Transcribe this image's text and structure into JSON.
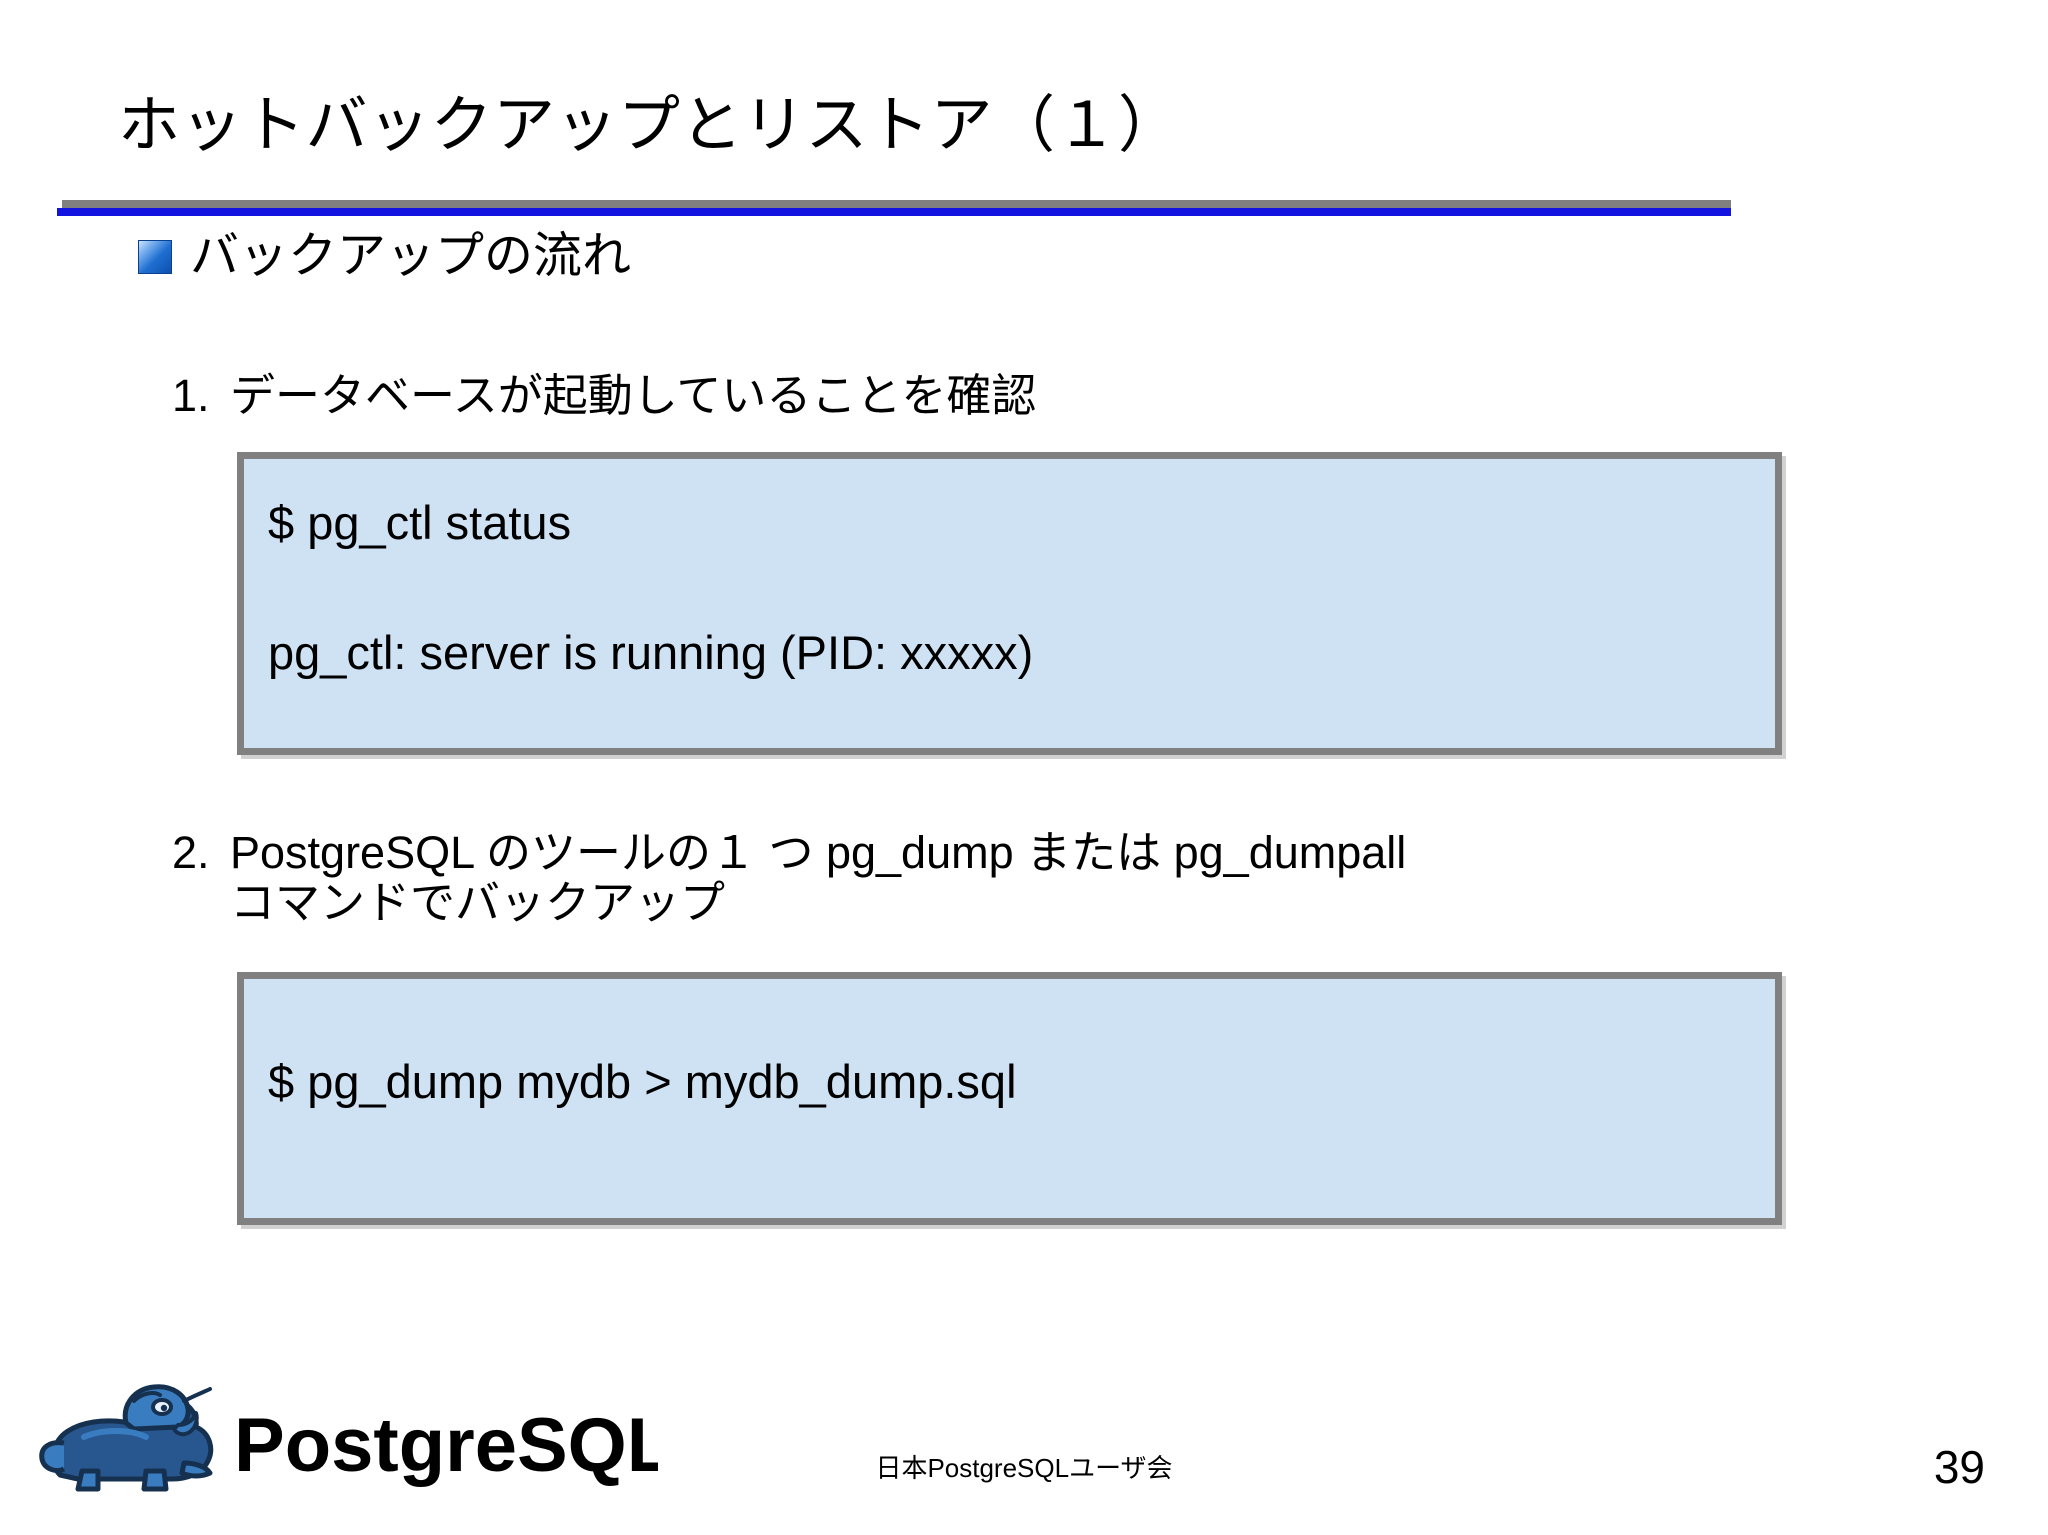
{
  "slide": {
    "title": "ホットバックアップとリストア（１）",
    "bullet": {
      "icon": "blue-gradient-square-bullet",
      "label": "バックアップの流れ"
    },
    "items": [
      {
        "number": "1.",
        "text": "データベースが起動していることを確認",
        "text_line2": ""
      },
      {
        "number": "2.",
        "text": "PostgreSQL のツールの１ つ pg_dump または pg_dumpall",
        "text_line2": "コマンドでバックアップ"
      }
    ],
    "code_boxes": [
      {
        "lines": [
          "$ pg_ctl status",
          "pg_ctl: server is running (PID: xxxxx)"
        ]
      },
      {
        "lines": [
          "$ pg_dump mydb > mydb_dump.sql"
        ]
      }
    ],
    "footer": {
      "logo_text": "PostgreSQL",
      "center_text": "日本PostgreSQLユーザ会",
      "page_number": "39"
    },
    "colors": {
      "divider_blue": "#1414e0",
      "divider_shadow": "#808080",
      "code_box_bg": "#cfe2f3",
      "code_box_border": "#808080",
      "bullet_blue": "#1f6fd0",
      "logo_blue": "#336791"
    }
  }
}
